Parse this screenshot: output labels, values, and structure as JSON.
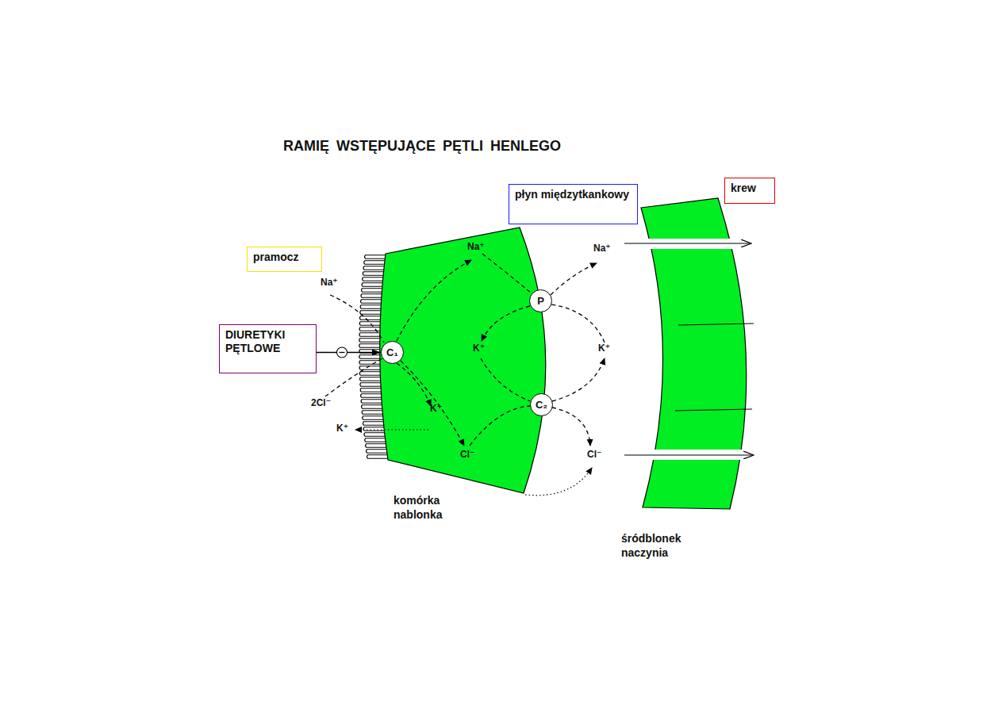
{
  "diagram": {
    "title": "RAMIĘ WSTĘPUJĄCE PĘTLI HENLEGO",
    "nodes": [
      {
        "text": [
          "pramocz"
        ]
      },
      {
        "text": [
          "DIURETYKI PĘTLOWE"
        ]
      },
      {
        "text": [
          "C₁"
        ]
      },
      {
        "text": [
          "P"
        ]
      },
      {
        "text": [
          "C₂"
        ]
      },
      {
        "text": [
          "płyn międzytkankowy"
        ]
      },
      {
        "text": [
          "krew"
        ]
      }
    ],
    "edges": [
      {
        "from": 1,
        "to": 2,
        "arrow": "to"
      }
    ],
    "labels": [
      "Na⁺",
      "Na⁺",
      "Na⁺",
      "K⁺",
      "K⁺",
      "2Cl⁻",
      "K⁺",
      "K⁺",
      "Cl⁻",
      "Cl⁻",
      "komórka nablonka",
      "śródblonek naczynia"
    ]
  }
}
